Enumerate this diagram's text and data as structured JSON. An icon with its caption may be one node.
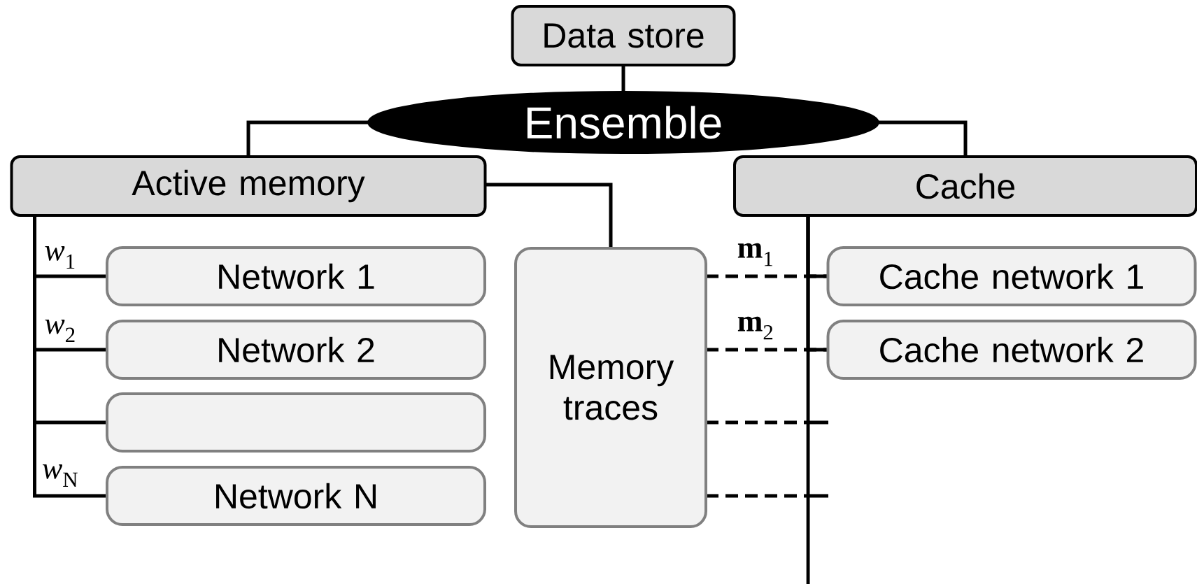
{
  "diagram": {
    "nodes": [
      {
        "text": [
          "Data store"
        ]
      },
      {
        "text": [
          "Ensemble"
        ]
      },
      {
        "text": [
          "Active memory"
        ]
      },
      {
        "text": [
          "Cache"
        ]
      },
      {
        "text": [
          "Network 1"
        ]
      },
      {
        "text": [
          "Network 2"
        ]
      },
      {
        "text": [],
        "shape": "box"
      },
      {
        "text": [
          "Network N"
        ]
      },
      {
        "text": [
          "Memory traces"
        ]
      },
      {
        "text": [
          "Cache network 1"
        ]
      },
      {
        "text": [
          "Cache network 2"
        ]
      }
    ],
    "edges": [
      {
        "from": 0,
        "to": 1,
        "arrow": "none"
      },
      {
        "from": 1,
        "to": 2,
        "arrow": "none"
      },
      {
        "from": 1,
        "to": 3,
        "arrow": "none"
      },
      {
        "from": 2,
        "to": 8,
        "arrow": "none"
      },
      {
        "from": 2,
        "to": 4,
        "arrow": "none",
        "label": "*w*$_{1}$"
      },
      {
        "from": 2,
        "to": 5,
        "arrow": "none",
        "label": "*w*$_{2}$"
      },
      {
        "from": 2,
        "to": 6,
        "arrow": "none"
      },
      {
        "from": 2,
        "to": 7,
        "arrow": "none",
        "label": "*w*$_{N}$"
      },
      {
        "from": 3,
        "to": 9,
        "arrow": "none"
      },
      {
        "from": 3,
        "to": 10,
        "arrow": "none"
      },
      {
        "from": 3,
        "to": null,
        "arrow": "none"
      },
      {
        "from": 8,
        "to": 9,
        "arrow": "none",
        "style": "dashed",
        "label": "**m**$_{1}$"
      },
      {
        "from": 8,
        "to": 10,
        "arrow": "none",
        "style": "dashed",
        "label": "**m**$_{2}$"
      },
      {
        "from": 8,
        "to": null,
        "arrow": "none",
        "style": "dashed"
      },
      {
        "from": 8,
        "to": null,
        "arrow": "none",
        "style": "dashed"
      }
    ]
  }
}
